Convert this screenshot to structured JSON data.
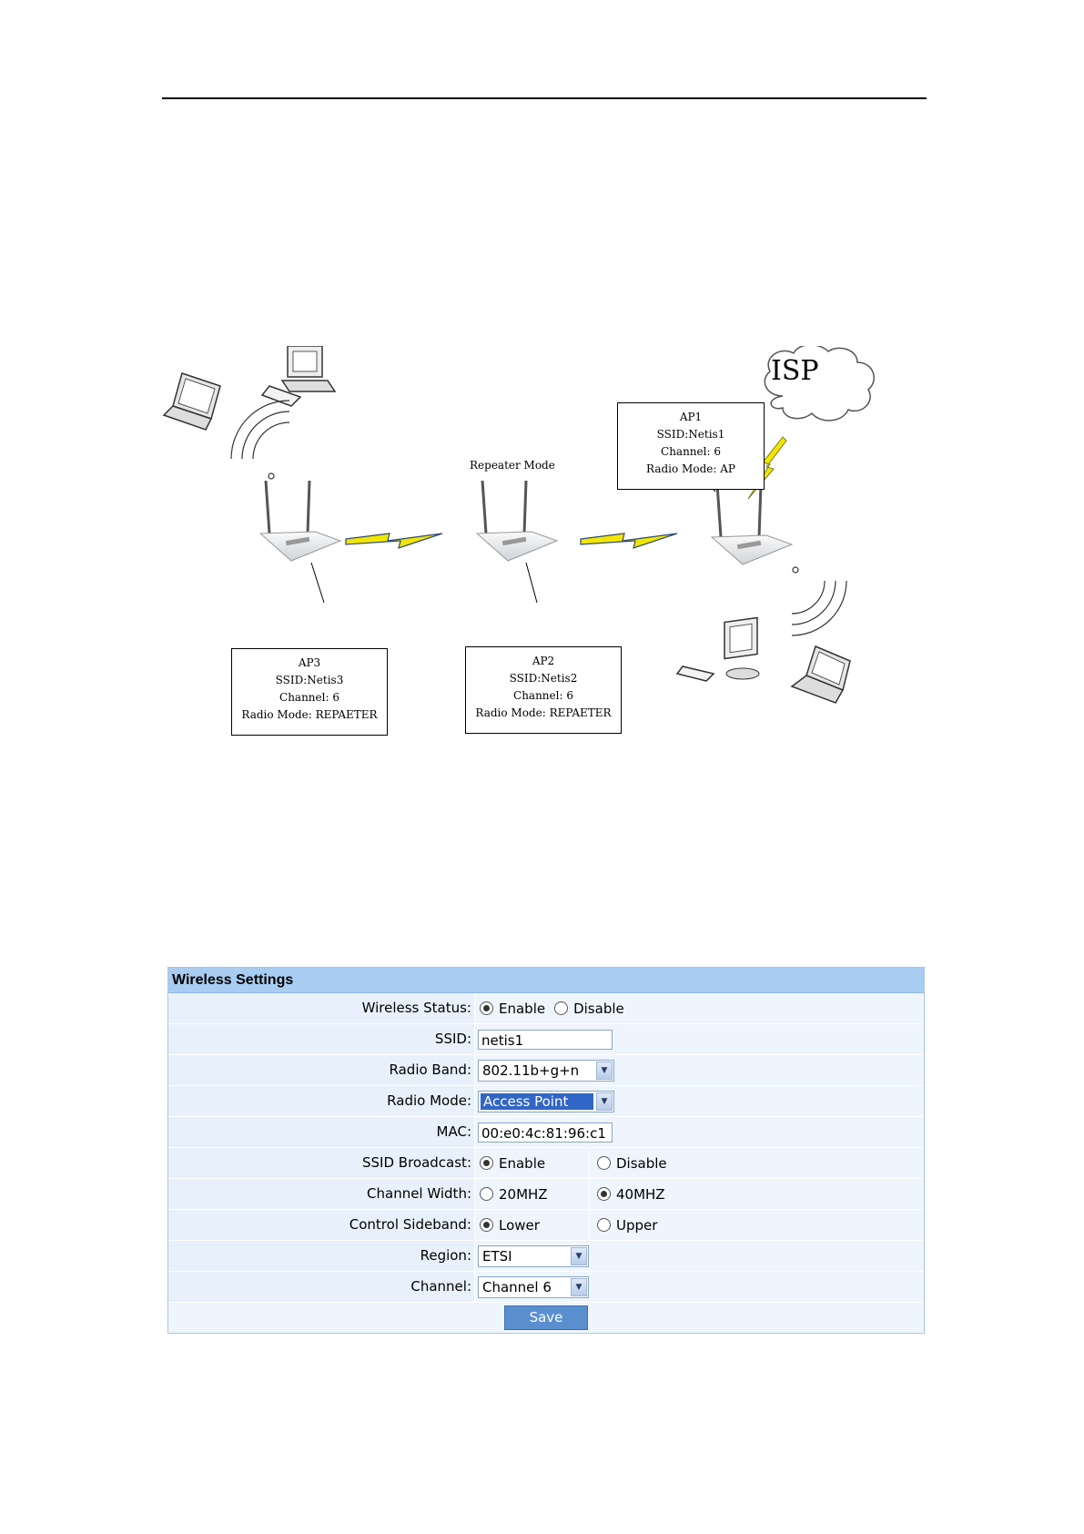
{
  "diagram": {
    "isp_label": "ISP",
    "repeater_mode_label": "Repeater Mode",
    "ap1": {
      "name": "AP1",
      "ssid": "SSID:Netis1",
      "channel": "Channel: 6",
      "mode": "Radio Mode: AP"
    },
    "ap2": {
      "name": "AP2",
      "ssid": "SSID:Netis2",
      "channel": "Channel: 6",
      "mode": "Radio Mode: REPAETER"
    },
    "ap3": {
      "name": "AP3",
      "ssid": "SSID:Netis3",
      "channel": "Channel: 6",
      "mode": "Radio Mode: REPAETER"
    }
  },
  "wireless_settings": {
    "title": "Wireless Settings",
    "wireless_status": {
      "label": "Wireless Status:",
      "option1": "Enable",
      "option2": "Disable",
      "selected": "Enable"
    },
    "ssid": {
      "label": "SSID:",
      "value": "netis1"
    },
    "radio_band": {
      "label": "Radio Band:",
      "value": "802.11b+g+n"
    },
    "radio_mode": {
      "label": "Radio Mode:",
      "value": "Access Point"
    },
    "mac": {
      "label": "MAC:",
      "value": "00:e0:4c:81:96:c1"
    },
    "ssid_broadcast": {
      "label": "SSID Broadcast:",
      "option1": "Enable",
      "option2": "Disable",
      "selected": "Enable"
    },
    "channel_width": {
      "label": "Channel Width:",
      "option1": "20MHZ",
      "option2": "40MHZ",
      "selected": "40MHZ"
    },
    "control_sideband": {
      "label": "Control Sideband:",
      "option1": "Lower",
      "option2": "Upper",
      "selected": "Lower"
    },
    "region": {
      "label": "Region:",
      "value": "ETSI"
    },
    "channel": {
      "label": "Channel:",
      "value": "Channel 6"
    },
    "save_label": "Save"
  },
  "colors": {
    "panel_header": "#a8cdf0",
    "row_bg": "#e8f1fb",
    "button": "#5a8fcf",
    "bolt": "#f2e600"
  }
}
